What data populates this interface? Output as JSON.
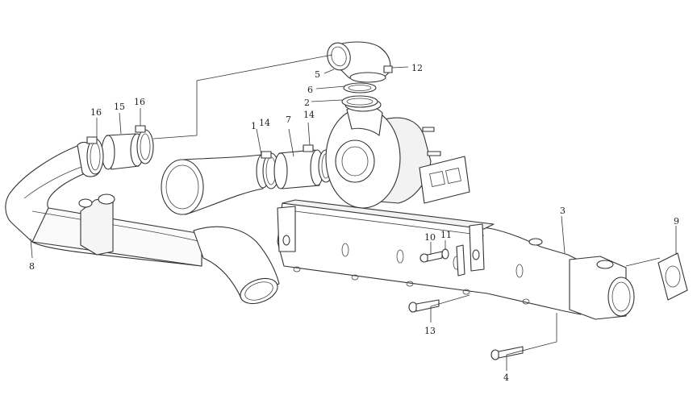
{
  "callouts": {
    "c1": "1",
    "c2": "2",
    "c3": "3",
    "c4": "4",
    "c5": "5",
    "c6": "6",
    "c7": "7",
    "c8": "8",
    "c9": "9",
    "c10": "10",
    "c11": "11",
    "c12": "12",
    "c13": "13",
    "c14a": "14",
    "c14b": "14",
    "c15": "15",
    "c16a": "16",
    "c16b": "16"
  },
  "colors": {
    "line": "#333333",
    "background": "#ffffff"
  }
}
